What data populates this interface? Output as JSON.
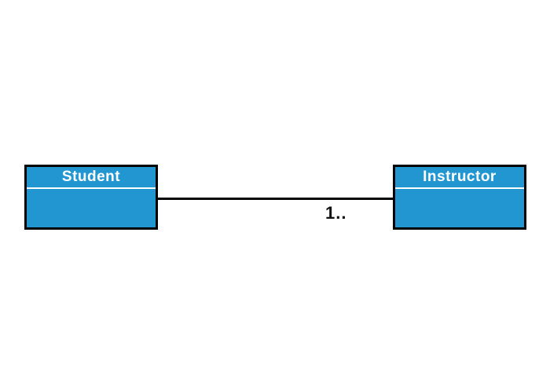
{
  "diagram": {
    "type": "uml-class-diagram",
    "classes": [
      {
        "name": "Student"
      },
      {
        "name": "Instructor"
      }
    ],
    "association": {
      "from": "Student",
      "to": "Instructor",
      "multiplicity": "1.."
    },
    "colors": {
      "class_fill": "#2196d1",
      "border": "#000000",
      "title_text": "#ffffff",
      "divider": "#ffffff",
      "label_text": "#111111",
      "background": "#ffffff"
    }
  }
}
